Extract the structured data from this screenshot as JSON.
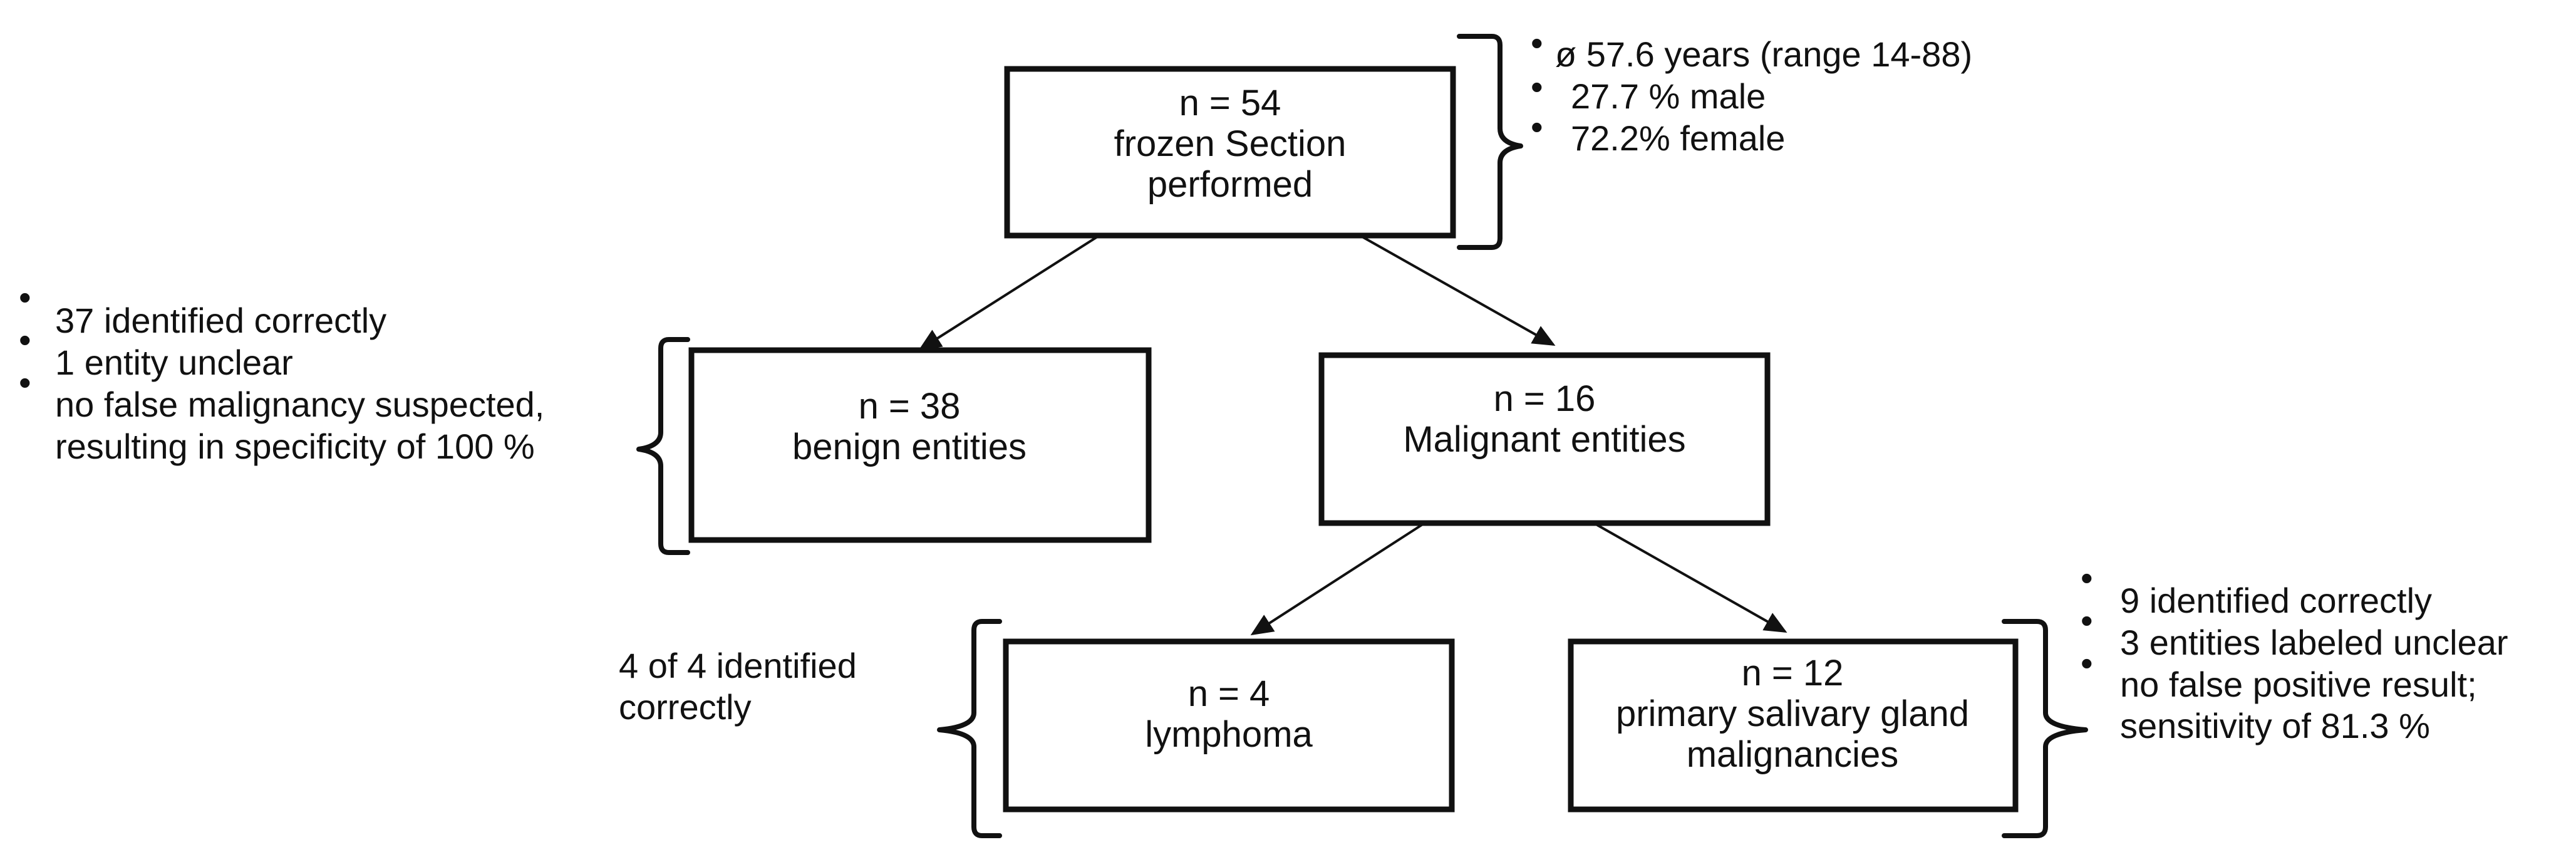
{
  "nodes": {
    "root": [
      "n = 54",
      "frozen Section",
      "performed"
    ],
    "benign": [
      "n = 38",
      "benign entities"
    ],
    "malignant": [
      "n = 16",
      "Malignant entities"
    ],
    "lymphoma": [
      "n = 4",
      "lymphoma"
    ],
    "salivary": [
      "n = 12",
      "primary salivary gland",
      "malignancies"
    ]
  },
  "notes": {
    "demographics": [
      "ø 57.6 years (range 14-88)",
      "27.7 % male",
      "72.2% female"
    ],
    "benign": [
      "37 identified correctly",
      "1 entity unclear",
      "no false malignancy suspected,",
      "resulting in specificity of 100 %"
    ],
    "lymphoma": [
      "4 of 4 identified",
      "correctly"
    ],
    "salivary": [
      "9 identified correctly",
      "3 entities labeled unclear",
      "no false positive result;",
      "sensitivity of 81.3 %"
    ]
  },
  "bullet_glyph": "•"
}
